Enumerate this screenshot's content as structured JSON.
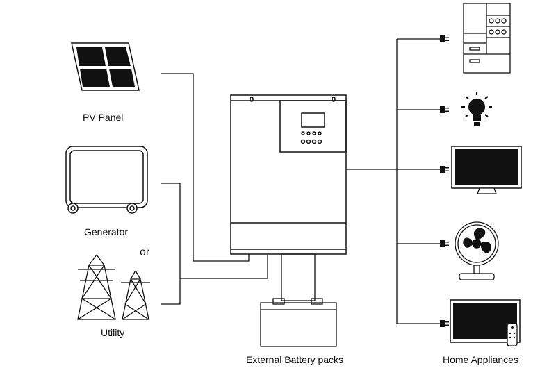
{
  "labels": {
    "pv_panel": "PV Panel",
    "generator": "Generator",
    "or": "or",
    "utility": "Utility",
    "battery": "External Battery packs",
    "appliances": "Home Appliances"
  },
  "colors": {
    "line": "#111111",
    "fill_dark": "#111111",
    "outline": "#222222"
  },
  "icons": [
    "solar-panel-icon",
    "generator-icon",
    "transmission-tower-icon",
    "inverter-icon",
    "battery-icon",
    "refrigerator-icon",
    "light-bulb-icon",
    "television-icon",
    "fan-icon",
    "smart-tv-icon",
    "plug-icon"
  ]
}
